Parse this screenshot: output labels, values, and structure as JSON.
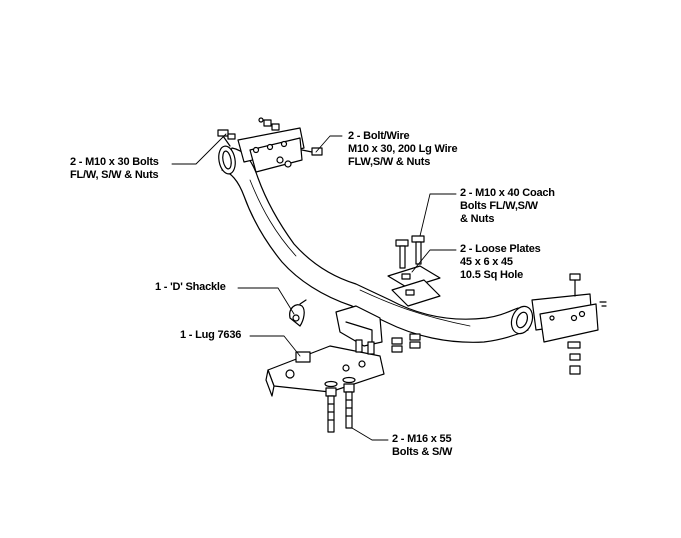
{
  "callouts": {
    "m10x30_bolts": {
      "line1": "2 - M10 x 30 Bolts",
      "line2": "FL/W, S/W & Nuts"
    },
    "bolt_wire": {
      "line1": "2 - Bolt/Wire",
      "line2": "M10 x 30, 200 Lg Wire",
      "line3": "FLW,S/W & Nuts"
    },
    "m10x40_coach": {
      "line1": "2 - M10 x 40 Coach",
      "line2": "Bolts FL/W,S/W",
      "line3": "& Nuts"
    },
    "loose_plates": {
      "line1": "2 - Loose Plates",
      "line2": "45 x 6 x 45",
      "line3": "10.5 Sq Hole"
    },
    "d_shackle": {
      "line1": "1 - 'D' Shackle"
    },
    "lug": {
      "line1": "1 - Lug 7636"
    },
    "m16x55": {
      "line1": "2 - M16 x 55",
      "line2": "Bolts & S/W"
    }
  }
}
